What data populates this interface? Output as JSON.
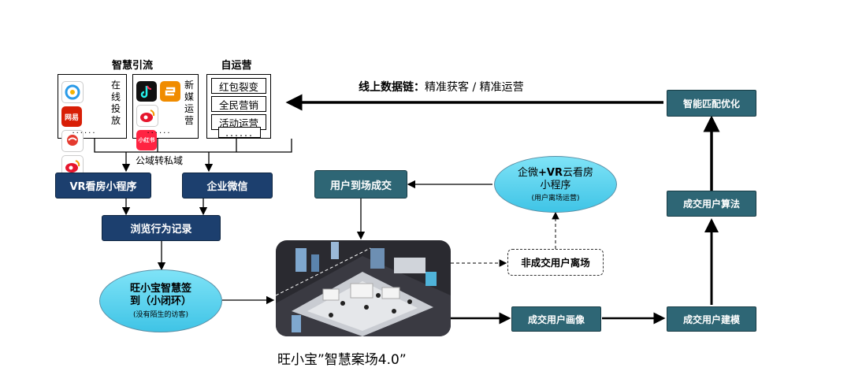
{
  "sources": {
    "traffic_header": "智慧引流",
    "selfop_header": "自运营",
    "online_label": [
      "在",
      "线",
      "投",
      "放"
    ],
    "media_label": [
      "新",
      "媒",
      "运",
      "营"
    ],
    "dots": "......",
    "app_icons_left": [
      "qq-browser",
      "netease",
      "sohu",
      "weibo"
    ],
    "app_icons_right": [
      "douyin",
      "sougou",
      "weibo",
      "xiaohongshu"
    ],
    "netease_text": "网易",
    "xhs_text": "小红书",
    "ops_items": [
      "红包裂变",
      "全民营销",
      "活动运营"
    ]
  },
  "labels": {
    "public_to_private": "公域转私域",
    "online_chain_bold": "线上数据链：",
    "online_chain_rest": "精准获客 / 精准运营"
  },
  "nodes": {
    "vr_mini": "VR看房小程序",
    "wecom": "企业微信",
    "browse": "浏览行为记录",
    "signin_main": "旺小宝智慧签到（小闭环）",
    "signin_sub": "(没有陌生的访客)",
    "visit_deal": "用户到场成交",
    "wecom_vr_main_1": "企微",
    "wecom_vr_main_2": "+VR",
    "wecom_vr_main_3": "云看房小程序",
    "wecom_vr_sub": "(用户离场运营)",
    "non_deal_leave": "非成交用户离场",
    "deal_portrait": "成交用户画像",
    "deal_model": "成交用户建模",
    "deal_algo": "成交用户算法",
    "smart_match": "智能匹配优化",
    "scene_caption": "旺小宝”智慧案场4.0”"
  },
  "colors": {
    "dark_blue": "#1c3f6e",
    "teal": "#2e6675",
    "ellipse_cyan": "#4ccbea"
  }
}
